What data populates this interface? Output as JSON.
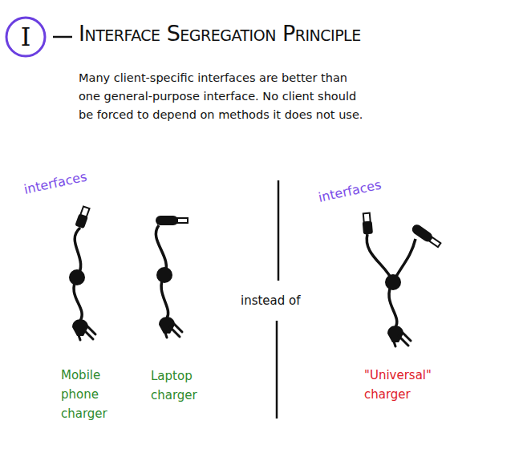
{
  "diagram": {
    "title": "Interface Segregation Principle",
    "nodes": [
      {
        "text": [
          "I"
        ]
      }
    ],
    "labels": [
      "Many client-specific interfaces are better than one general-purpose interface. No client should be forced to depend on methods it does not use.",
      "interfaces",
      "instead of",
      "interfaces",
      "Mobile phone charger",
      "Laptop charger",
      "\"Universal\" charger"
    ]
  }
}
